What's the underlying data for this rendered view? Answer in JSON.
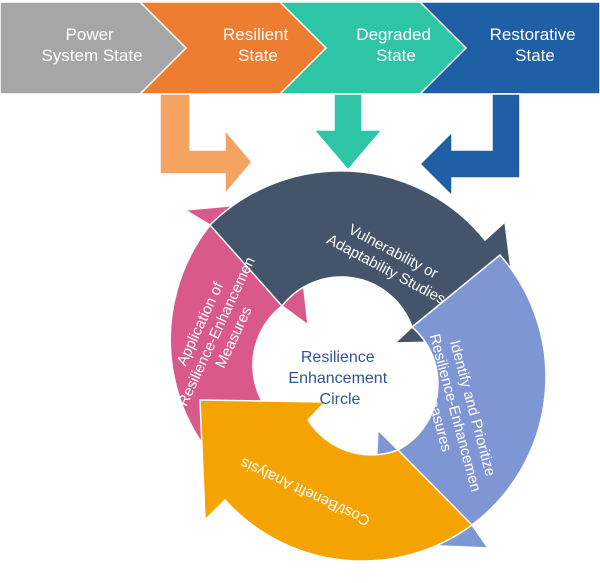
{
  "states": [
    {
      "lines": [
        "Power",
        "System State"
      ],
      "color": "#a6a6a6",
      "text_color": "#3f3f3f"
    },
    {
      "lines": [
        "Resilient",
        "State"
      ],
      "color": "#ed7d31",
      "text_color": "#ffffff"
    },
    {
      "lines": [
        "Degraded",
        "State"
      ],
      "color": "#2ec4a6",
      "text_color": "#ffffff"
    },
    {
      "lines": [
        "Restorative",
        "State"
      ],
      "color": "#1f5fa5",
      "text_color": "#ffffff"
    }
  ],
  "down_arrows": {
    "resilient_color": "#f4a460",
    "degraded_color": "#2ec4a6",
    "restorative_color": "#1f5fa5"
  },
  "cycle": {
    "center_lines": [
      "Resilience",
      "Enhancement",
      "Circle"
    ],
    "center_color": "#2f5597",
    "segments": [
      {
        "lines": [
          "Vulnerability or",
          "Adaptability Studies"
        ],
        "color": "#44546a"
      },
      {
        "lines": [
          "Identify and Prioritize",
          "Resilience-Enhancemen",
          "Measures"
        ],
        "color": "#7f96d4"
      },
      {
        "lines": [
          "Cost/Benefit Analysis"
        ],
        "color": "#f5a300"
      },
      {
        "lines": [
          "Application of",
          "Resilience-Enhancemen",
          "Measures"
        ],
        "color": "#d9598a"
      }
    ]
  }
}
